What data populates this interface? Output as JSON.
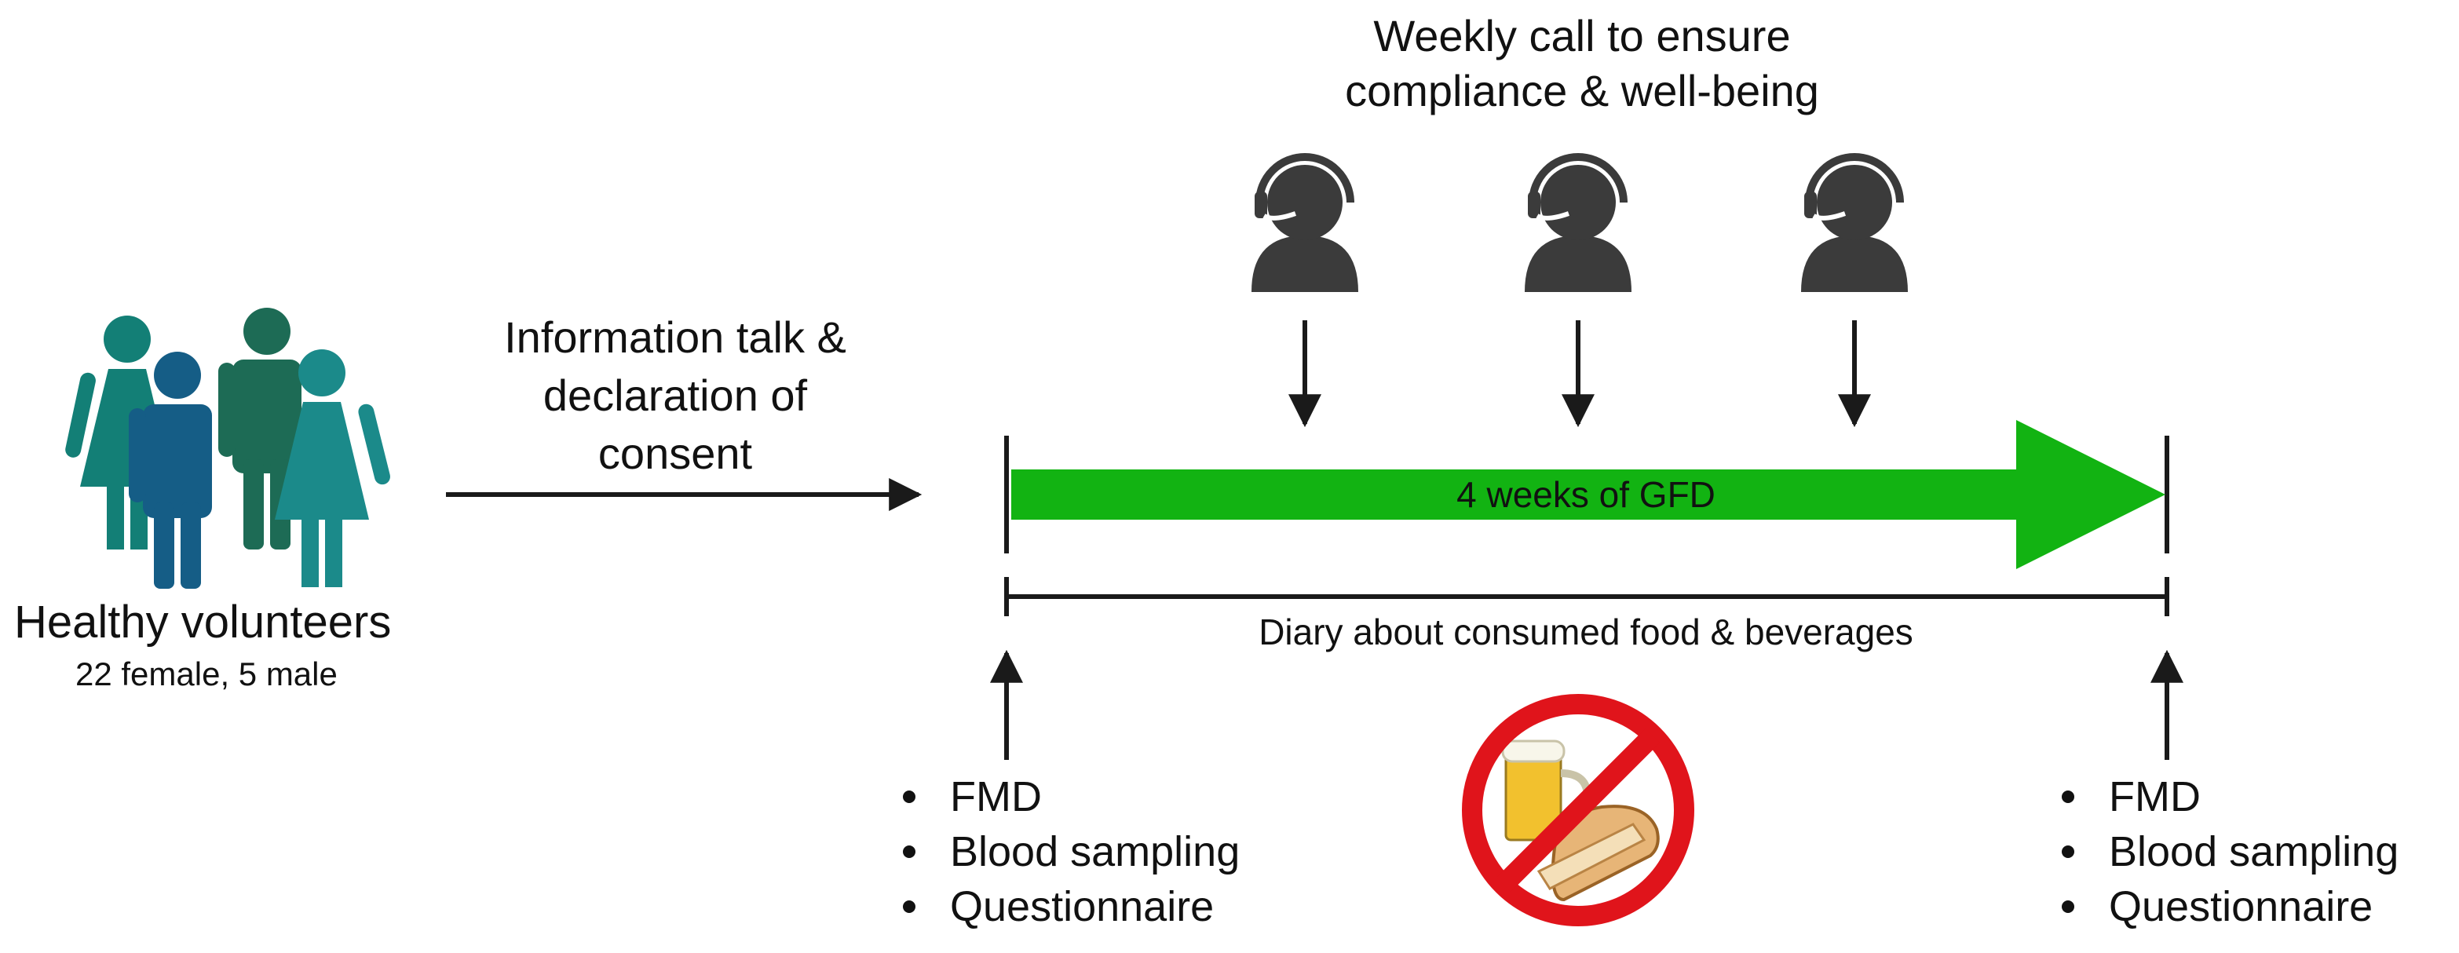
{
  "volunteers": {
    "title": "Healthy volunteers",
    "subtitle": "22 female, 5 male"
  },
  "info_talk": {
    "lines": [
      "Information talk &",
      "declaration of",
      "consent"
    ]
  },
  "weekly_call": {
    "lines": [
      "Weekly call to ensure",
      "compliance & well-being"
    ]
  },
  "timeline": {
    "label": "4 weeks of GFD",
    "diary": "Diary about consumed food & beverages"
  },
  "baseline_list": [
    "FMD",
    "Blood sampling",
    "Questionnaire"
  ],
  "followup_list": [
    "FMD",
    "Blood sampling",
    "Questionnaire"
  ],
  "colors": {
    "gfd_arrow": "#12b312",
    "arrow": "#1a1a1a",
    "operator": "#3b3b3b",
    "person_teal": "#137f76",
    "person_blue": "#155d86",
    "person_green": "#1d6b55",
    "person_light_teal": "#1b8a8a",
    "prohibition": "#e0141b"
  },
  "icons": {
    "people": "people-group-icon",
    "operator": "headset-operator-icon",
    "prohibited": "no-beer-no-bread-icon"
  }
}
